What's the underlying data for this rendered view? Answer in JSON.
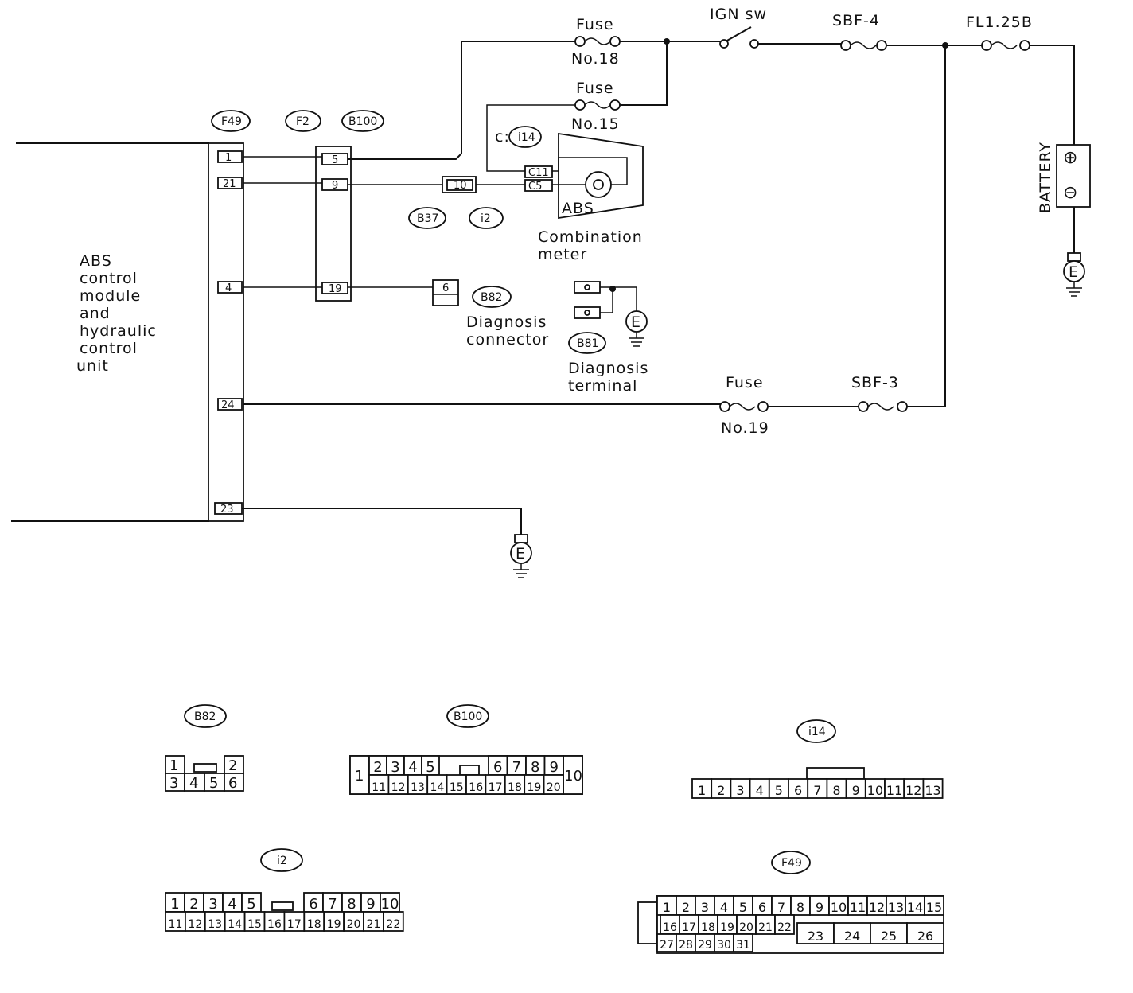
{
  "colors": {
    "ink": "#111111",
    "paper": "#ffffff"
  },
  "control_unit": {
    "lines": [
      "ABS",
      "control",
      "module",
      "and",
      "hydraulic",
      "control",
      "unit"
    ]
  },
  "connectors": {
    "F49": "F49",
    "F2": "F2",
    "B100": "B100",
    "B37": "B37",
    "i2": "i2",
    "i14_prefix": "c:",
    "i14": "i14",
    "B82": "B82",
    "B81": "B81"
  },
  "pins": {
    "f49": [
      "1",
      "21",
      "4",
      "24",
      "23"
    ],
    "b100": [
      "5",
      "9",
      "19"
    ],
    "b37": "10",
    "b82": "6",
    "meter_c11": "C11",
    "meter_c5": "C5"
  },
  "components": {
    "fuse18": {
      "title": "Fuse",
      "number": "No.18"
    },
    "fuse15": {
      "title": "Fuse",
      "number": "No.15"
    },
    "fuse19": {
      "title": "Fuse",
      "number": "No.19"
    },
    "ign_sw": "IGN sw",
    "sbf4": "SBF-4",
    "sbf3": "SBF-3",
    "fl": "FL1.25B",
    "battery": "BATTERY",
    "battery_plus": "⊕",
    "battery_minus": "⊖",
    "ground": "E",
    "meter_lamp": "ABS",
    "meter_name": [
      "Combination",
      "meter"
    ],
    "diag_connector": [
      "Diagnosis",
      "connector"
    ],
    "diag_terminal": [
      "Diagnosis",
      "terminal"
    ]
  },
  "connector_views": {
    "B82": {
      "row1": [
        "1",
        "2"
      ],
      "row2": [
        "3",
        "4",
        "5",
        "6"
      ]
    },
    "B100": {
      "left": "1",
      "right": "10",
      "row1a": [
        "2",
        "3",
        "4",
        "5"
      ],
      "row1b": [
        "6",
        "7",
        "8",
        "9"
      ],
      "row2": [
        "11",
        "12",
        "13",
        "14",
        "15",
        "16",
        "17",
        "18",
        "19",
        "20"
      ]
    },
    "i14": {
      "row": [
        "1",
        "2",
        "3",
        "4",
        "5",
        "6",
        "7",
        "8",
        "9",
        "10",
        "11",
        "12",
        "13"
      ]
    },
    "i2": {
      "row1a": [
        "1",
        "2",
        "3",
        "4",
        "5"
      ],
      "row1b": [
        "6",
        "7",
        "8",
        "9",
        "10"
      ],
      "row2": [
        "11",
        "12",
        "13",
        "14",
        "15",
        "16",
        "17",
        "18",
        "19",
        "20",
        "21",
        "22"
      ]
    },
    "F49": {
      "row1": [
        "1",
        "2",
        "3",
        "4",
        "5",
        "6",
        "7",
        "8",
        "9",
        "10",
        "11",
        "12",
        "13",
        "14",
        "15"
      ],
      "row2": [
        "16",
        "17",
        "18",
        "19",
        "20",
        "21",
        "22"
      ],
      "row2b": [
        "23",
        "24",
        "25",
        "26"
      ],
      "row3": [
        "27",
        "28",
        "29",
        "30",
        "31"
      ]
    }
  }
}
